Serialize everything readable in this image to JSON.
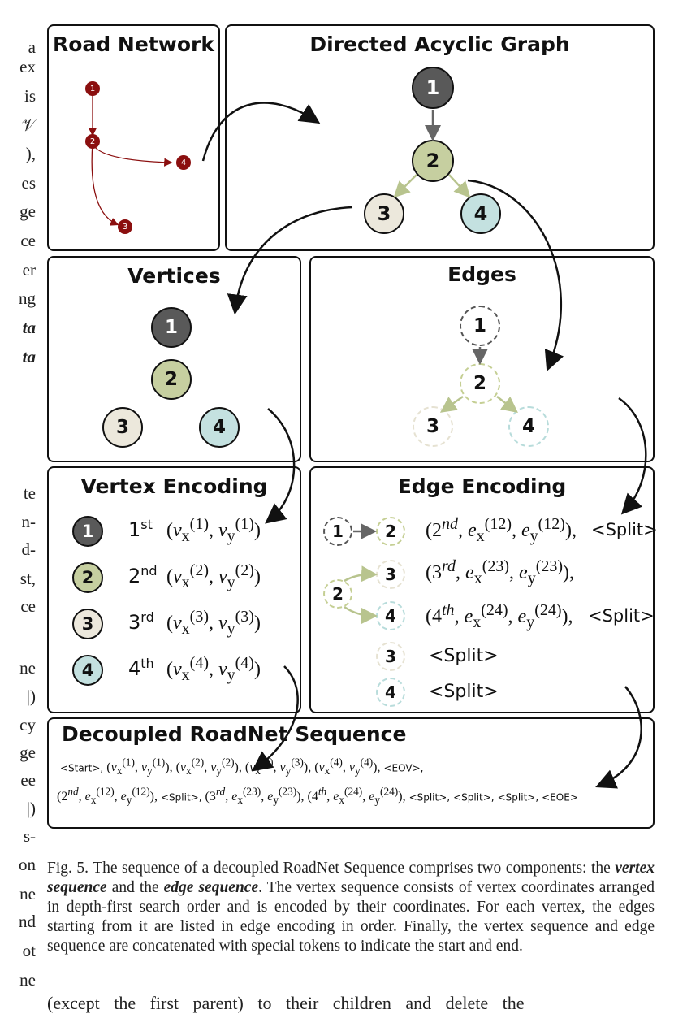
{
  "left_fragments": {
    "top": [
      "a",
      "ex",
      "is",
      "𝒱",
      "),",
      "es",
      "ge",
      "ce",
      "er",
      "ng",
      "ta",
      "ta"
    ],
    "middle": [
      "te",
      "n-",
      "d-",
      "st,",
      "ce",
      "ne",
      "|)",
      "cy",
      "ge",
      "ee",
      "|)",
      "s-",
      "on",
      "ne",
      "nd",
      "ot",
      "ne"
    ]
  },
  "panels": {
    "road_network": "Road  Network",
    "dag": "Directed Acyclic Graph",
    "vertices": "Vertices",
    "edges": "Edges",
    "vertex_encoding": "Vertex Encoding",
    "edge_encoding": "Edge Encoding",
    "sequence": "Decoupled RoadNet Sequence"
  },
  "node_labels": [
    "1",
    "2",
    "3",
    "4"
  ],
  "vertex_encoding": {
    "ordinals": [
      {
        "num": "1",
        "suffix": "st"
      },
      {
        "num": "2",
        "suffix": "nd"
      },
      {
        "num": "3",
        "suffix": "rd"
      },
      {
        "num": "4",
        "suffix": "th"
      }
    ],
    "coords": [
      "(v_x^(1), v_y^(1))",
      "(v_x^(2), v_y^(2))",
      "(v_x^(3), v_y^(3))",
      "(v_x^(4), v_y^(4))"
    ]
  },
  "edge_encoding": {
    "rows": [
      {
        "tuple": "(2^nd, e_x^(12), e_y^(12)),",
        "token": "<Split>"
      },
      {
        "tuple": "(3^rd, e_x^(23), e_y^(23)),",
        "token": ""
      },
      {
        "tuple": "(4^th, e_x^(24), e_y^(24)),",
        "token": "<Split>"
      }
    ],
    "split_only": [
      "<Split>",
      "<Split>"
    ]
  },
  "sequence": {
    "line1_start": "<Start>,",
    "line1_end": "<EOV>,",
    "line2_tokens": [
      "<Split>,",
      "<Split>,",
      "<Split>,",
      "<Split>,",
      "<EOE>"
    ]
  },
  "caption": {
    "label": "Fig. 5.",
    "text1": "  The sequence of a decoupled RoadNet Sequence comprises two components: the ",
    "bold1": "vertex sequence",
    "text2": " and the ",
    "bold2": "edge sequence",
    "text3": ". The vertex sequence consists of vertex coordinates arranged in depth-first search order and is encoded by their coordinates. For each vertex, the edges starting from it are listed in edge encoding in order. Finally, the vertex sequence and edge sequence are concatenated with special tokens to indicate the start and end."
  },
  "body_text": "(except the first parent) to their children and delete the"
}
